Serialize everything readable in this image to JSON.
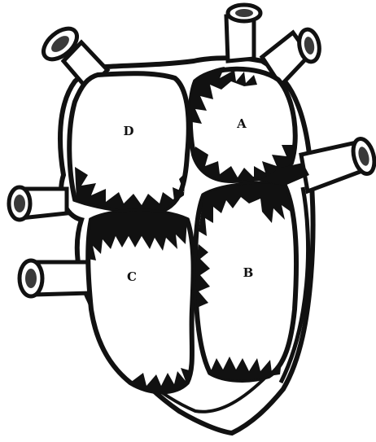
{
  "diagram": {
    "chambers": [
      {
        "id": "A",
        "label": "A"
      },
      {
        "id": "B",
        "label": "B"
      },
      {
        "id": "C",
        "label": "C"
      },
      {
        "id": "D",
        "label": "D"
      }
    ],
    "colors": {
      "ink": "#111111",
      "paper": "#ffffff",
      "tube_inner": "#3a3a3a"
    }
  }
}
